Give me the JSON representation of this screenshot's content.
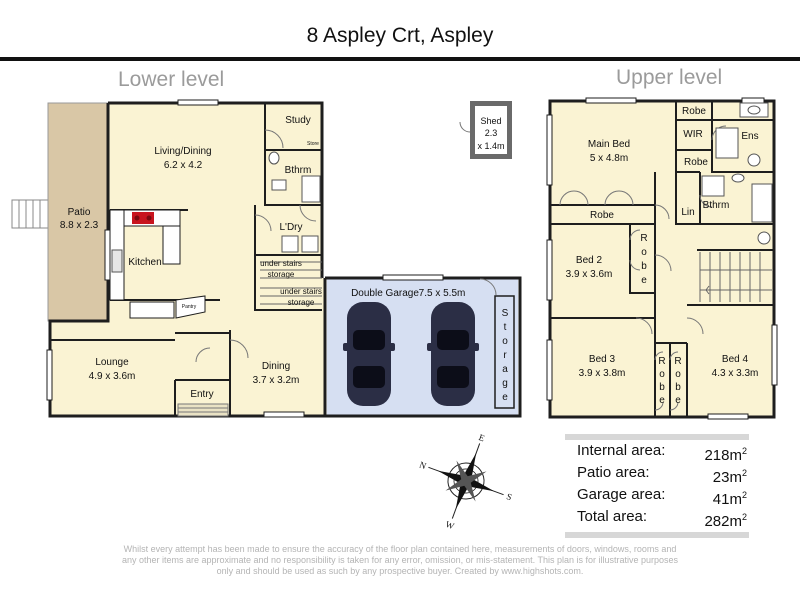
{
  "header": {
    "title": "8 Aspley Crt, Aspley"
  },
  "levels": {
    "lower": "Lower level",
    "upper": "Upper level"
  },
  "lower_rooms": {
    "patio": {
      "name": "Patio",
      "size": "8.8 x 2.3"
    },
    "living": {
      "name": "Living/Dining",
      "size": "6.2 x 4.2"
    },
    "study": {
      "name": "Study"
    },
    "store": {
      "name": "Store"
    },
    "bath": {
      "name": "Bthrm"
    },
    "laundry": {
      "name": "L'Dry"
    },
    "kitchen": {
      "name": "Kitchen"
    },
    "pantry": {
      "name": "Pantry"
    },
    "stairs_a": {
      "line1": "under stairs",
      "line2": "storage"
    },
    "stairs_b": {
      "line1": "under stairs",
      "line2": "storage"
    },
    "garage": {
      "name": "Double Garage",
      "size": "7.5 x 5.5m"
    },
    "garage_storage": {
      "letters": [
        "S",
        "t",
        "o",
        "r",
        "a",
        "g",
        "e"
      ]
    },
    "lounge": {
      "name": "Lounge",
      "size": "4.9 x 3.6m"
    },
    "entry": {
      "name": "Entry"
    },
    "dining": {
      "name": "Dining",
      "size": "3.7 x 3.2m"
    },
    "shed": {
      "name": "Shed",
      "size1": "2.3",
      "size2": "x 1.4m"
    }
  },
  "upper_rooms": {
    "main_bed": {
      "name": "Main Bed",
      "size": "5 x 4.8m"
    },
    "robe_top": {
      "name": "Robe"
    },
    "wir": {
      "name": "WIR"
    },
    "ens": {
      "name": "Ens"
    },
    "robe_mid": {
      "name": "Robe"
    },
    "lin": {
      "name": "Lin"
    },
    "bath": {
      "name": "Bthrm"
    },
    "robe_main": {
      "name": "Robe"
    },
    "bed2": {
      "name": "Bed 2",
      "size": "3.9 x 3.6m"
    },
    "robe_bed2": {
      "letters": [
        "R",
        "o",
        "b",
        "e"
      ]
    },
    "bed3": {
      "name": "Bed 3",
      "size": "3.9 x 3.8m"
    },
    "robe_b3": {
      "letters": [
        "R",
        "o",
        "b",
        "e"
      ]
    },
    "robe_b4": {
      "letters": [
        "R",
        "o",
        "b",
        "e"
      ]
    },
    "bed4": {
      "name": "Bed 4",
      "size": "4.3 x 3.3m"
    }
  },
  "compass": {
    "n": "N",
    "e": "E",
    "s": "S",
    "w": "W"
  },
  "areas": [
    {
      "label": "Internal area:",
      "value": "218m",
      "unit": "2"
    },
    {
      "label": "Patio area:",
      "value": "23m",
      "unit": "2"
    },
    {
      "label": "Garage area:",
      "value": "41m",
      "unit": "2"
    },
    {
      "label": "Total area:",
      "value": "282m",
      "unit": "2"
    }
  ],
  "disclaimer": "Whilst every attempt has been made to ensure the accuracy of the floor plan contained here, measurements of doors, windows, rooms and any other items are approximate and no responsibility is taken for any error, omission, or mis-statement. This plan is for illustrative purposes only and should be used as such by any prospective buyer.  Created by www.highshots.com.",
  "colors": {
    "floor": "#faf3d3",
    "patio": "#d9c7a6",
    "garage": "#d6dff2",
    "shed": "#6a6a6a",
    "wall": "#1e1e1e"
  }
}
